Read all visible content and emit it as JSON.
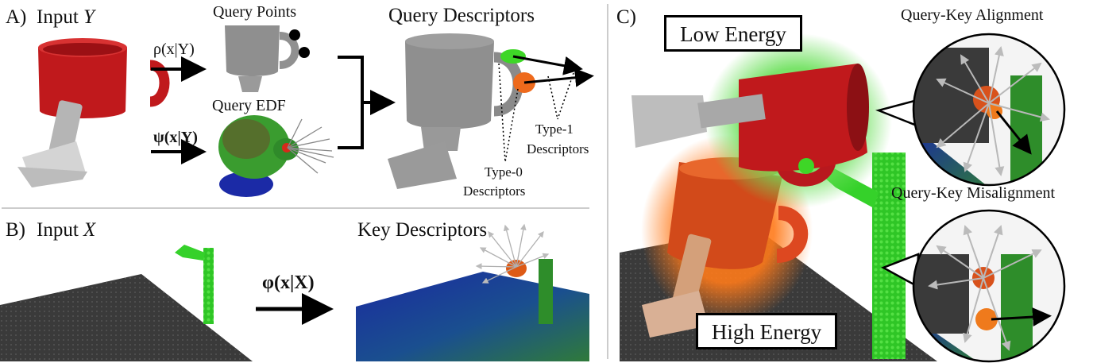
{
  "panel_a": {
    "panel_label": "A)",
    "input_label": "Input",
    "input_var": "Y",
    "query_points_label": "Query Points",
    "rho_text": "ρ(x|Y)",
    "query_edf_label": "Query EDF",
    "psi_text": "ψ(x|Y)",
    "query_descriptors_label": "Query Descriptors",
    "type1_label_line1": "Type-1",
    "type1_label_line2": "Descriptors",
    "type0_label_line1": "Type-0",
    "type0_label_line2": "Descriptors"
  },
  "panel_b": {
    "panel_label": "B)",
    "input_label": "Input",
    "input_var": "X",
    "phi_text": "φ(x|X)",
    "key_descriptors_label": "Key Descriptors"
  },
  "panel_c": {
    "panel_label": "C)",
    "low_energy_label": "Low Energy",
    "high_energy_label": "High Energy",
    "alignment_label": "Query-Key Alignment",
    "misalignment_label": "Query-Key Misalignment"
  },
  "colors": {
    "mug_red": "#c0191c",
    "orange_glow": "#ff7a1a",
    "green_glow": "#5fd94a",
    "point_green": "#35d12a",
    "field_blue": "#1a2aa0",
    "gray_mesh": "#8c8c8c",
    "table_dark": "#3c3c3c"
  }
}
